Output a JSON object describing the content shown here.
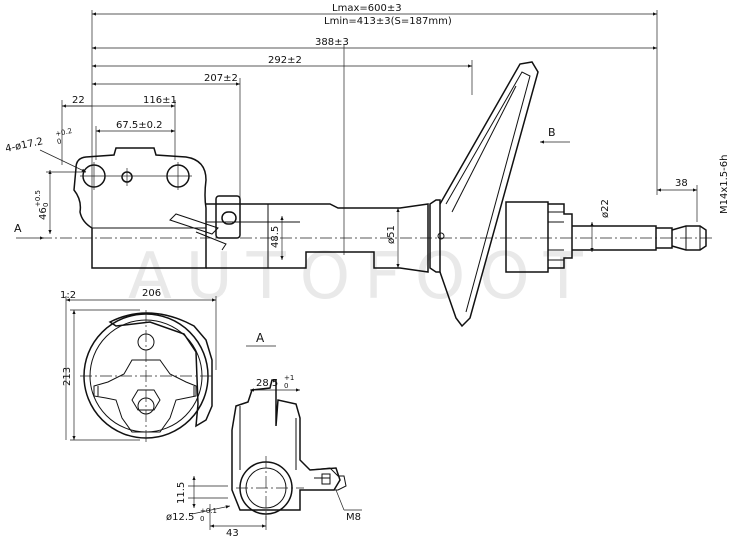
{
  "watermark": "AUTOFOOT",
  "dimensions": {
    "lmax": "Lmax=600±3",
    "lmin": "Lmin=413±3(S=187mm)",
    "d388": "388±3",
    "d292": "292±2",
    "d207": "207±2",
    "d116": "116±1",
    "d67": "67.5±0.2",
    "d22": "22",
    "hole": "4-ø17.2",
    "hole_tol": "+0.2",
    "hole_tol0": "0",
    "d46": "46",
    "d46_tol": "+0.5",
    "d46_tol0": "0",
    "d48": "48.5",
    "d51": "ø51",
    "d22b": "ø22",
    "d38": "38",
    "thread": "M14x1.5-6h",
    "d206": "206",
    "d213": "213",
    "d285": "28.5",
    "d285_tol": "+1",
    "d285_tol0": "0",
    "d115": "11.5",
    "d125": "ø12.5",
    "d125_tol": "+0.1",
    "d125_tol0": "0",
    "d43": "43",
    "m8": "M8"
  },
  "views": {
    "arrow_a": "A",
    "arrow_b": "B",
    "scale": "1:2",
    "view_a": "A"
  }
}
